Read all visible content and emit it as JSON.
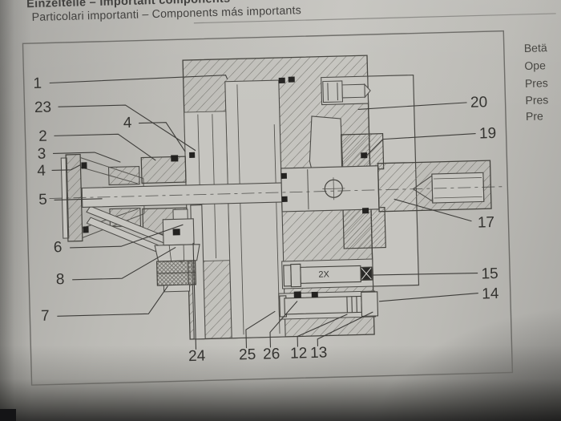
{
  "page": {
    "header": {
      "line1": "Einzelteile – Important components",
      "line2": "Particolari importanti – Components más importants"
    },
    "right_column": [
      "Betä",
      "Ope",
      "Pres",
      "Pres",
      "Pre"
    ],
    "figure": {
      "quantity_note": "2X",
      "callouts": [
        {
          "label": "1"
        },
        {
          "label": "23"
        },
        {
          "label": "4"
        },
        {
          "label": "2"
        },
        {
          "label": "3"
        },
        {
          "label": "4"
        },
        {
          "label": "5"
        },
        {
          "label": "6"
        },
        {
          "label": "8"
        },
        {
          "label": "7"
        },
        {
          "label": "24"
        },
        {
          "label": "25"
        },
        {
          "label": "26"
        },
        {
          "label": "12"
        },
        {
          "label": "13"
        },
        {
          "label": "20"
        },
        {
          "label": "19"
        },
        {
          "label": "17"
        },
        {
          "label": "15"
        },
        {
          "label": "14"
        }
      ]
    },
    "colors": {
      "paper": "#c4c3be",
      "ink": "#46453f",
      "hatch": "#76756f",
      "seal_black": "#232220"
    }
  }
}
